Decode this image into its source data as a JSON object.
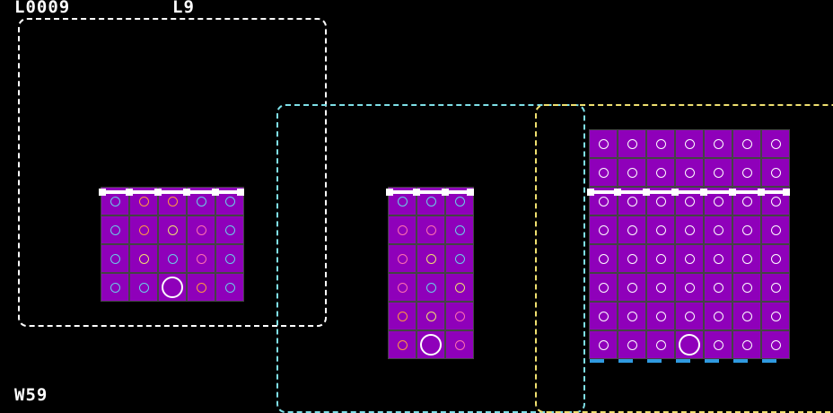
{
  "hud": {
    "level_code": "L0009",
    "level_short": "L9",
    "wave": "W59"
  },
  "colors": {
    "background": "#000000",
    "cell": "#8f00ba",
    "grid_line": "#444444",
    "frame_white": "#ffffff",
    "frame_cyan": "#7fe0e8",
    "frame_yellow": "#f0e070",
    "marker_blue": "#2f9ae0",
    "ring_cyan": "#6ad0e8",
    "ring_orange": "#ff9a40",
    "ring_pink": "#ff70b0",
    "ring_yellow": "#f0e070",
    "ring_white": "#ffffff"
  },
  "boards": [
    {
      "name": "left-board",
      "rows": [
        [
          "cyan",
          "orange",
          "orange",
          "cyan",
          "cyan"
        ],
        [
          "cyan",
          "orange",
          "yellow",
          "pink",
          "cyan"
        ],
        [
          "cyan",
          "yellow",
          "cyan",
          "pink",
          "cyan"
        ],
        [
          "cyan",
          "cyan",
          "white-big",
          "orange",
          "cyan"
        ]
      ],
      "wire_row": 0
    },
    {
      "name": "middle-board",
      "rows": [
        [
          "cyan",
          "cyan",
          "cyan"
        ],
        [
          "pink",
          "pink",
          "cyan"
        ],
        [
          "pink",
          "yellow",
          "cyan"
        ],
        [
          "pink",
          "cyan",
          "yellow"
        ],
        [
          "orange",
          "yellow",
          "pink"
        ],
        [
          "orange",
          "white-big",
          "pink"
        ]
      ],
      "wire_row": 0
    },
    {
      "name": "right-board",
      "rows": [
        [
          "white",
          "white",
          "white",
          "white",
          "white",
          "white",
          "white"
        ],
        [
          "white",
          "white",
          "white",
          "white",
          "white",
          "white",
          "white"
        ],
        [
          "white",
          "white",
          "white",
          "white",
          "white",
          "white",
          "white"
        ],
        [
          "white",
          "white",
          "white",
          "white",
          "white",
          "white",
          "white"
        ],
        [
          "white",
          "white",
          "white",
          "white",
          "white",
          "white",
          "white"
        ],
        [
          "white",
          "white",
          "white",
          "white",
          "white",
          "white",
          "white"
        ],
        [
          "white",
          "white",
          "white",
          "white",
          "white",
          "white",
          "white"
        ],
        [
          "white",
          "white",
          "white",
          "white",
          "white",
          "white",
          "white"
        ]
      ],
      "wire_row": 2,
      "big_ring_cell": [
        7,
        3
      ]
    }
  ]
}
